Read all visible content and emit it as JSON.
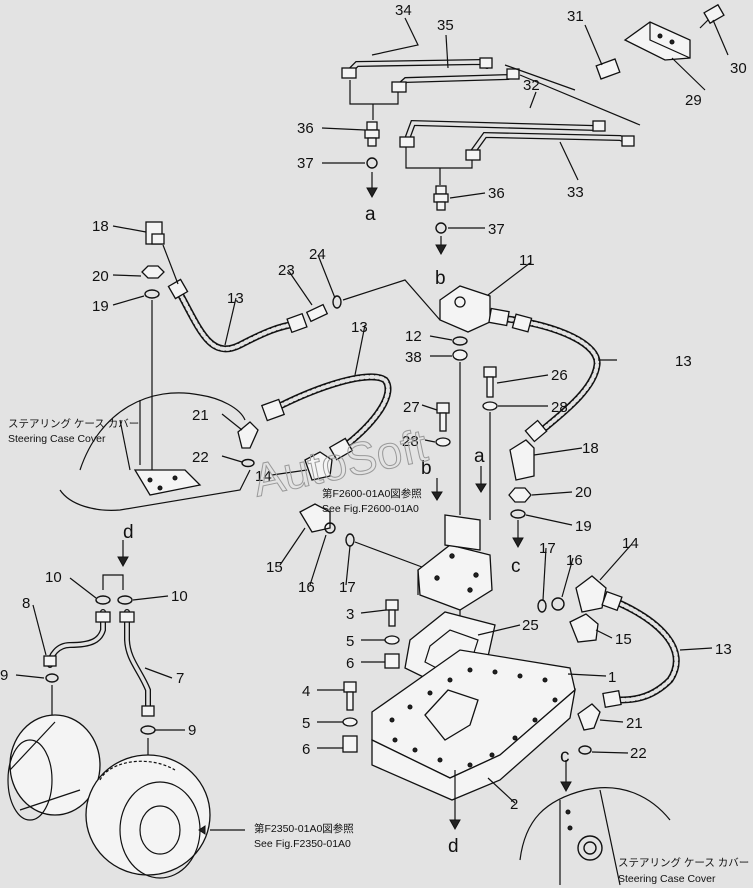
{
  "watermark": "AutoSoft",
  "callouts": [
    {
      "id": "c1",
      "text": "1"
    },
    {
      "id": "c2",
      "text": "2"
    },
    {
      "id": "c3",
      "text": "3"
    },
    {
      "id": "c4",
      "text": "4"
    },
    {
      "id": "c5a",
      "text": "5"
    },
    {
      "id": "c5b",
      "text": "5"
    },
    {
      "id": "c6a",
      "text": "6"
    },
    {
      "id": "c6b",
      "text": "6"
    },
    {
      "id": "c7",
      "text": "7"
    },
    {
      "id": "c8",
      "text": "8"
    },
    {
      "id": "c9a",
      "text": "9"
    },
    {
      "id": "c9b",
      "text": "9"
    },
    {
      "id": "c10a",
      "text": "10"
    },
    {
      "id": "c10b",
      "text": "10"
    },
    {
      "id": "c11",
      "text": "11"
    },
    {
      "id": "c12",
      "text": "12"
    },
    {
      "id": "c13a",
      "text": "13"
    },
    {
      "id": "c13b",
      "text": "13"
    },
    {
      "id": "c13c",
      "text": "13"
    },
    {
      "id": "c13d",
      "text": "13"
    },
    {
      "id": "c14a",
      "text": "14"
    },
    {
      "id": "c14b",
      "text": "14"
    },
    {
      "id": "c15a",
      "text": "15"
    },
    {
      "id": "c15b",
      "text": "15"
    },
    {
      "id": "c16a",
      "text": "16"
    },
    {
      "id": "c16b",
      "text": "16"
    },
    {
      "id": "c17a",
      "text": "17"
    },
    {
      "id": "c17b",
      "text": "17"
    },
    {
      "id": "c18a",
      "text": "18"
    },
    {
      "id": "c18b",
      "text": "18"
    },
    {
      "id": "c19a",
      "text": "19"
    },
    {
      "id": "c19b",
      "text": "19"
    },
    {
      "id": "c20a",
      "text": "20"
    },
    {
      "id": "c20b",
      "text": "20"
    },
    {
      "id": "c21a",
      "text": "21"
    },
    {
      "id": "c21b",
      "text": "21"
    },
    {
      "id": "c22a",
      "text": "22"
    },
    {
      "id": "c22b",
      "text": "22"
    },
    {
      "id": "c23",
      "text": "23"
    },
    {
      "id": "c24",
      "text": "24"
    },
    {
      "id": "c25",
      "text": "25"
    },
    {
      "id": "c26",
      "text": "26"
    },
    {
      "id": "c27",
      "text": "27"
    },
    {
      "id": "c28a",
      "text": "28"
    },
    {
      "id": "c28b",
      "text": "28"
    },
    {
      "id": "c29",
      "text": "29"
    },
    {
      "id": "c30",
      "text": "30"
    },
    {
      "id": "c31",
      "text": "31"
    },
    {
      "id": "c32",
      "text": "32"
    },
    {
      "id": "c33",
      "text": "33"
    },
    {
      "id": "c34",
      "text": "34"
    },
    {
      "id": "c35",
      "text": "35"
    },
    {
      "id": "c36a",
      "text": "36"
    },
    {
      "id": "c36b",
      "text": "36"
    },
    {
      "id": "c37a",
      "text": "37"
    },
    {
      "id": "c37b",
      "text": "37"
    }
  ],
  "connectors": [
    {
      "id": "a_top",
      "text": "a"
    },
    {
      "id": "a_mid",
      "text": "a"
    },
    {
      "id": "b_top",
      "text": "b"
    },
    {
      "id": "b_mid",
      "text": "b"
    },
    {
      "id": "c_right",
      "text": "c"
    },
    {
      "id": "c_bottom",
      "text": "c"
    },
    {
      "id": "d_left",
      "text": "d"
    },
    {
      "id": "d_bottom",
      "text": "d"
    }
  ],
  "notes": {
    "steering_cover_top_jp": "ステアリング ケース カバー",
    "steering_cover_top_en": "Steering Case Cover",
    "steering_cover_bottom_jp": "ステアリング ケース カバー",
    "steering_cover_bottom_en": "Steering Case Cover",
    "see_f2600_jp": "第F2600-01A0図参照",
    "see_f2600_en": "See Fig.F2600-01A0",
    "see_f2350_jp": "第F2350-01A0図参照",
    "see_f2350_en": "See Fig.F2350-01A0"
  }
}
